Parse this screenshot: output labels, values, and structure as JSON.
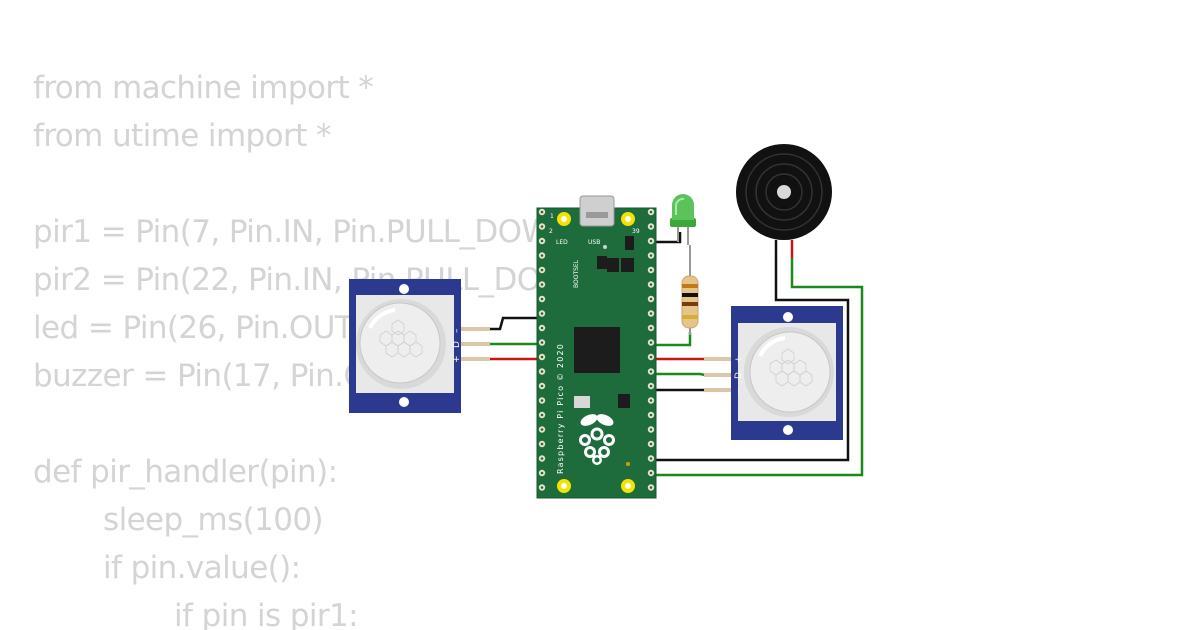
{
  "code": {
    "lines": [
      "from machine import *",
      "from utime import *",
      "",
      "pir1 = Pin(7, Pin.IN, Pin.PULL_DOWN)",
      "pir2 = Pin(22, Pin.IN, Pin.PULL_DOWN)",
      "led = Pin(26, Pin.OUT)",
      "buzzer = Pin(17, Pin.OUT)",
      "",
      "def pir_handler(pin):",
      "    sleep_ms(100)",
      "    if pin.value():",
      "        if pin is pir1:"
    ]
  },
  "board": {
    "name_text": "Raspberry Pi Pico © 2020",
    "led_label": "LED",
    "usb_label": "USB",
    "bootsel_label": "BOOTSEL",
    "pin1_label": "1",
    "pin2_label": "2",
    "pin39_label": "39",
    "color": "#1e6b3c"
  },
  "pir_left": {
    "labels": [
      "–",
      "D",
      "+"
    ],
    "board_color": "#2b3a8f"
  },
  "pir_right": {
    "labels": [
      "+",
      "D",
      "–"
    ],
    "board_color": "#2b3a8f"
  },
  "led": {
    "color": "#4caf50"
  },
  "wire_colors": {
    "red": "#c81414",
    "green": "#1a8a1a",
    "black": "#111111"
  }
}
